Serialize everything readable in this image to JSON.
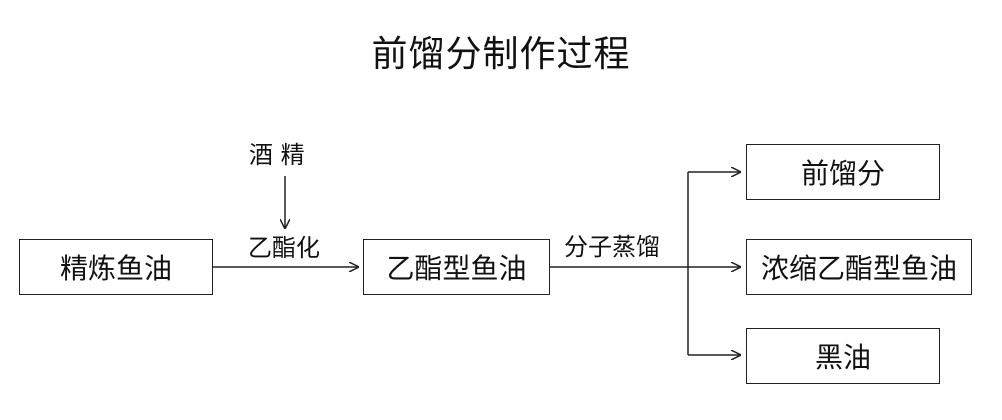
{
  "diagram": {
    "title": "前馏分制作过程",
    "nodes": {
      "refined_fish_oil": "精炼鱼油",
      "ethyl_ester_fish_oil": "乙酯型鱼油",
      "first_fraction": "前馏分",
      "concentrated_ethyl_ester_fish_oil": "浓缩乙酯型鱼油",
      "black_oil": "黑油"
    },
    "labels": {
      "alcohol": "酒 精",
      "esterification": "乙酯化",
      "molecular_distillation": "分子蒸馏"
    }
  }
}
